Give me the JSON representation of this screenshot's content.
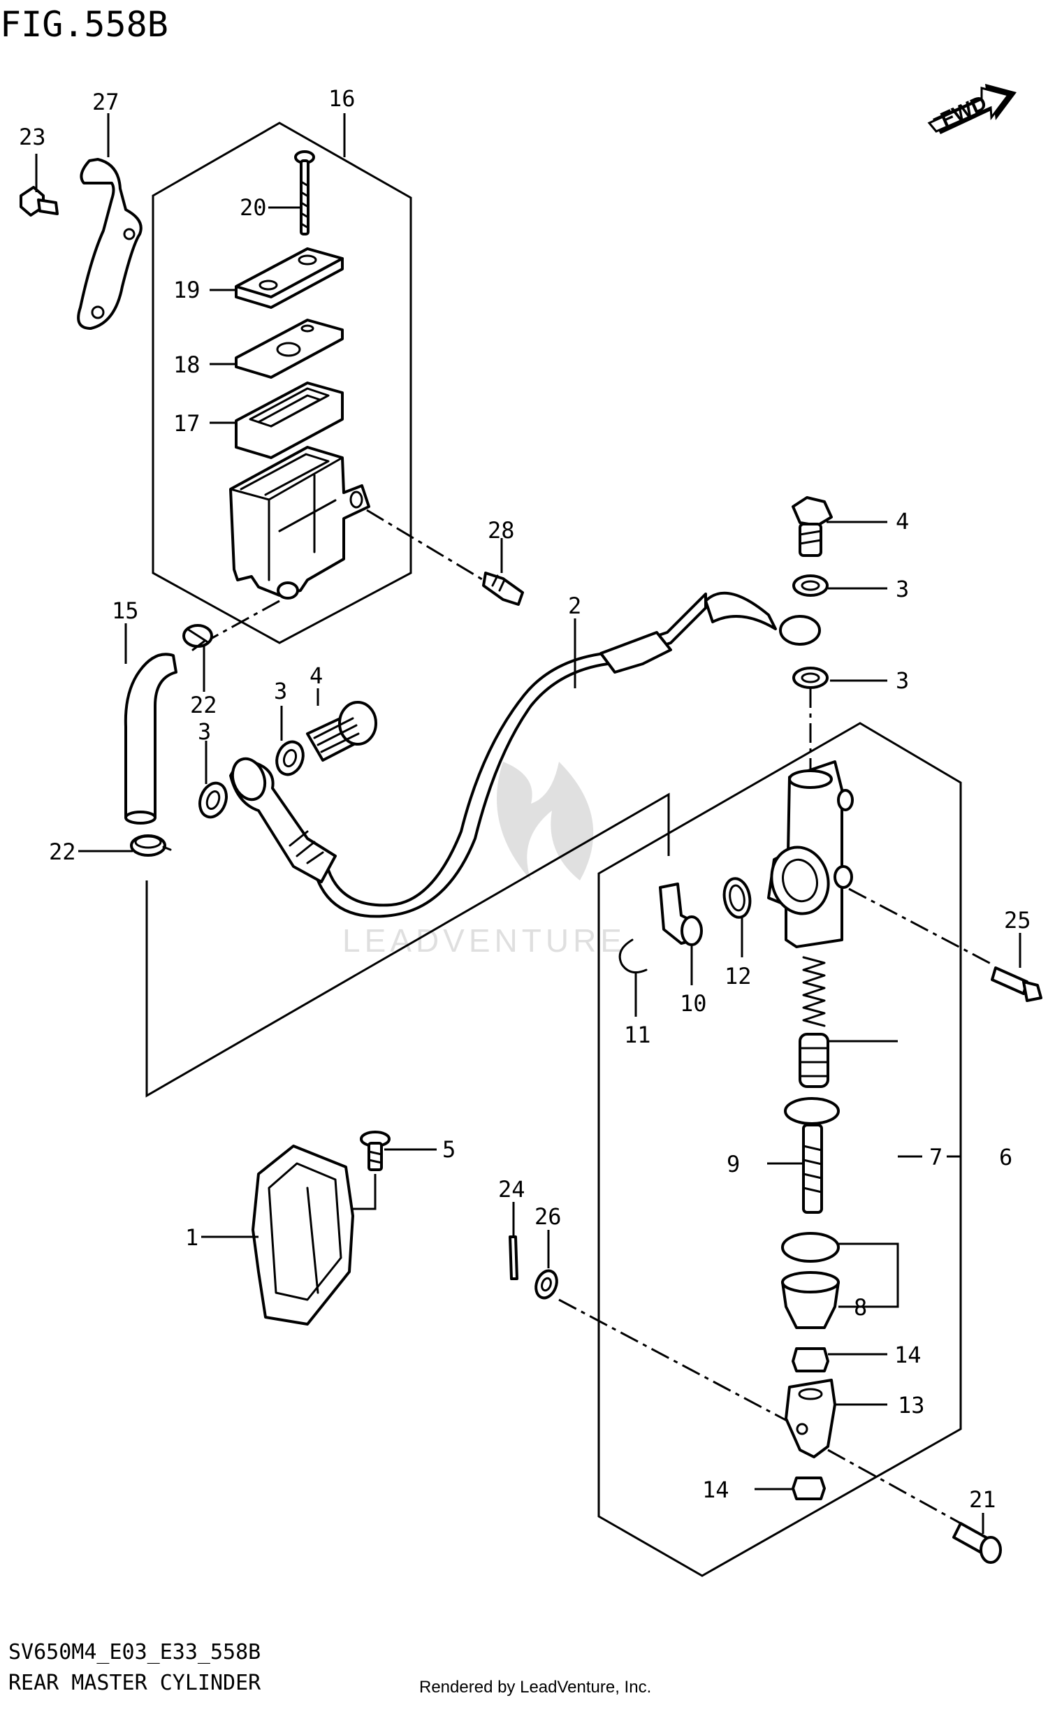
{
  "figure_title": "FIG.558B",
  "fwd_label": "FWD",
  "model_code": "SV650M4_E03_E33_558B",
  "diagram_title": "REAR MASTER CYLINDER",
  "rendered_by": "Rendered by LeadVenture, Inc.",
  "watermark": "LEADVENTURE",
  "callouts": {
    "c1": "1",
    "c2": "2",
    "c3a": "3",
    "c3b": "3",
    "c3c": "3",
    "c3d": "3",
    "c4a": "4",
    "c4b": "4",
    "c5": "5",
    "c6": "6",
    "c7": "7",
    "c8": "8",
    "c9": "9",
    "c10": "10",
    "c11": "11",
    "c12": "12",
    "c13": "13",
    "c14a": "14",
    "c14b": "14",
    "c15": "15",
    "c16": "16",
    "c17": "17",
    "c18": "18",
    "c19": "19",
    "c20": "20",
    "c21": "21",
    "c22a": "22",
    "c22b": "22",
    "c23": "23",
    "c24": "24",
    "c25": "25",
    "c26": "26",
    "c27": "27",
    "c28": "28"
  }
}
